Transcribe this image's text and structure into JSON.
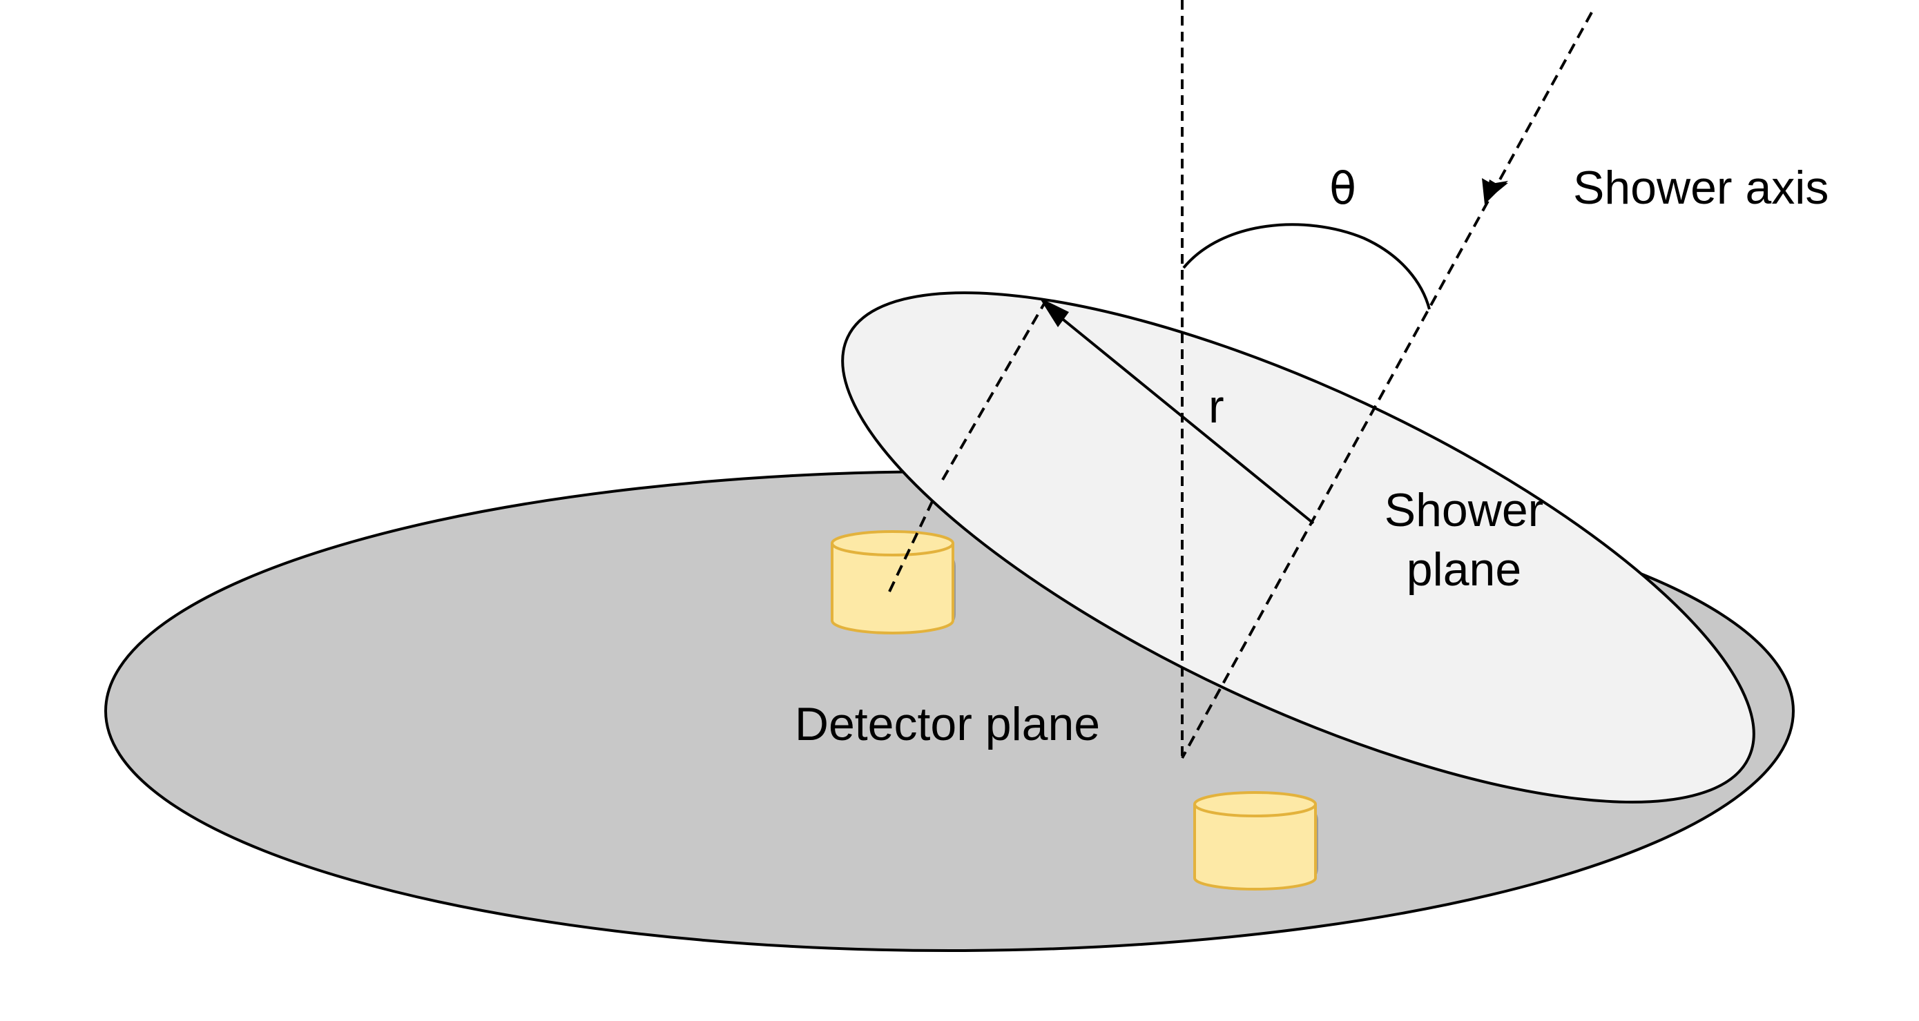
{
  "labels": {
    "theta": "θ",
    "shower_axis": "Shower axis",
    "r": "r",
    "shower_plane_line1": "Shower",
    "shower_plane_line2": "plane",
    "detector_plane": "Detector plane"
  },
  "colors": {
    "detector_plane_fill": "#c8c8c8",
    "shower_plane_fill": "#f2f2f2",
    "outline": "#000000",
    "detector_body": "#fde9a6",
    "detector_edge": "#e3b23c",
    "detector_shadow": "#9a9a9a"
  }
}
